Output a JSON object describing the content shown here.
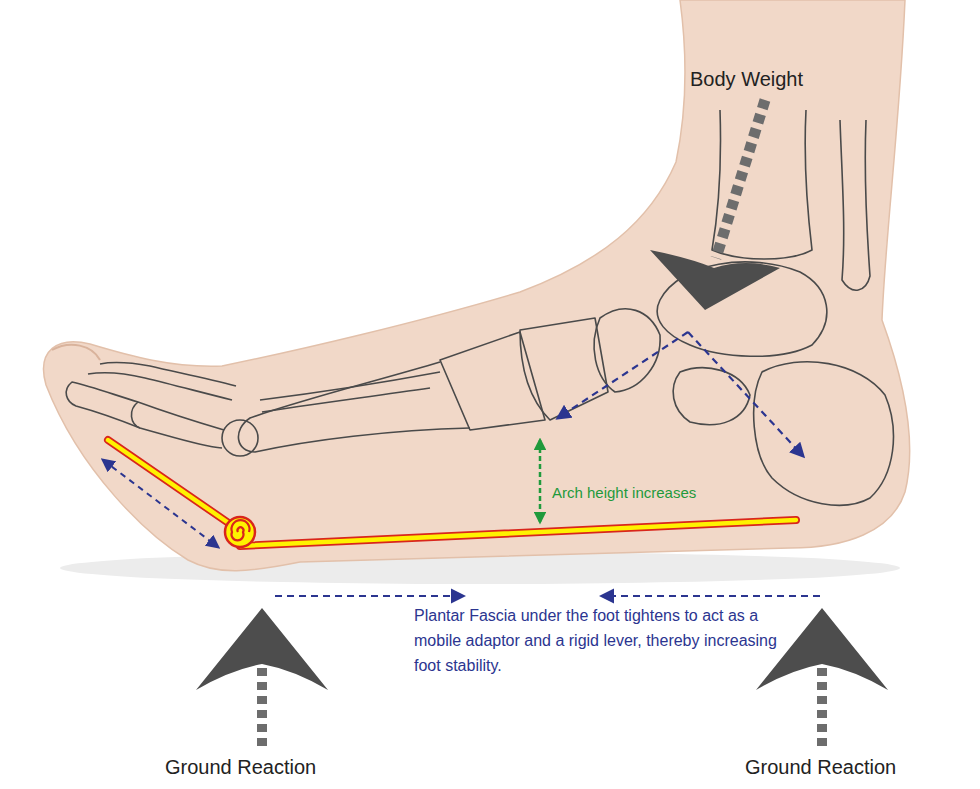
{
  "diagram": {
    "labels": [
      "Body Weight",
      "Arch height increases",
      "Plantar Fascia under the foot tightens to act as a mobile adaptor and a rigid lever, thereby increasing foot stability.",
      "Ground Reaction",
      "Ground Reaction"
    ]
  }
}
